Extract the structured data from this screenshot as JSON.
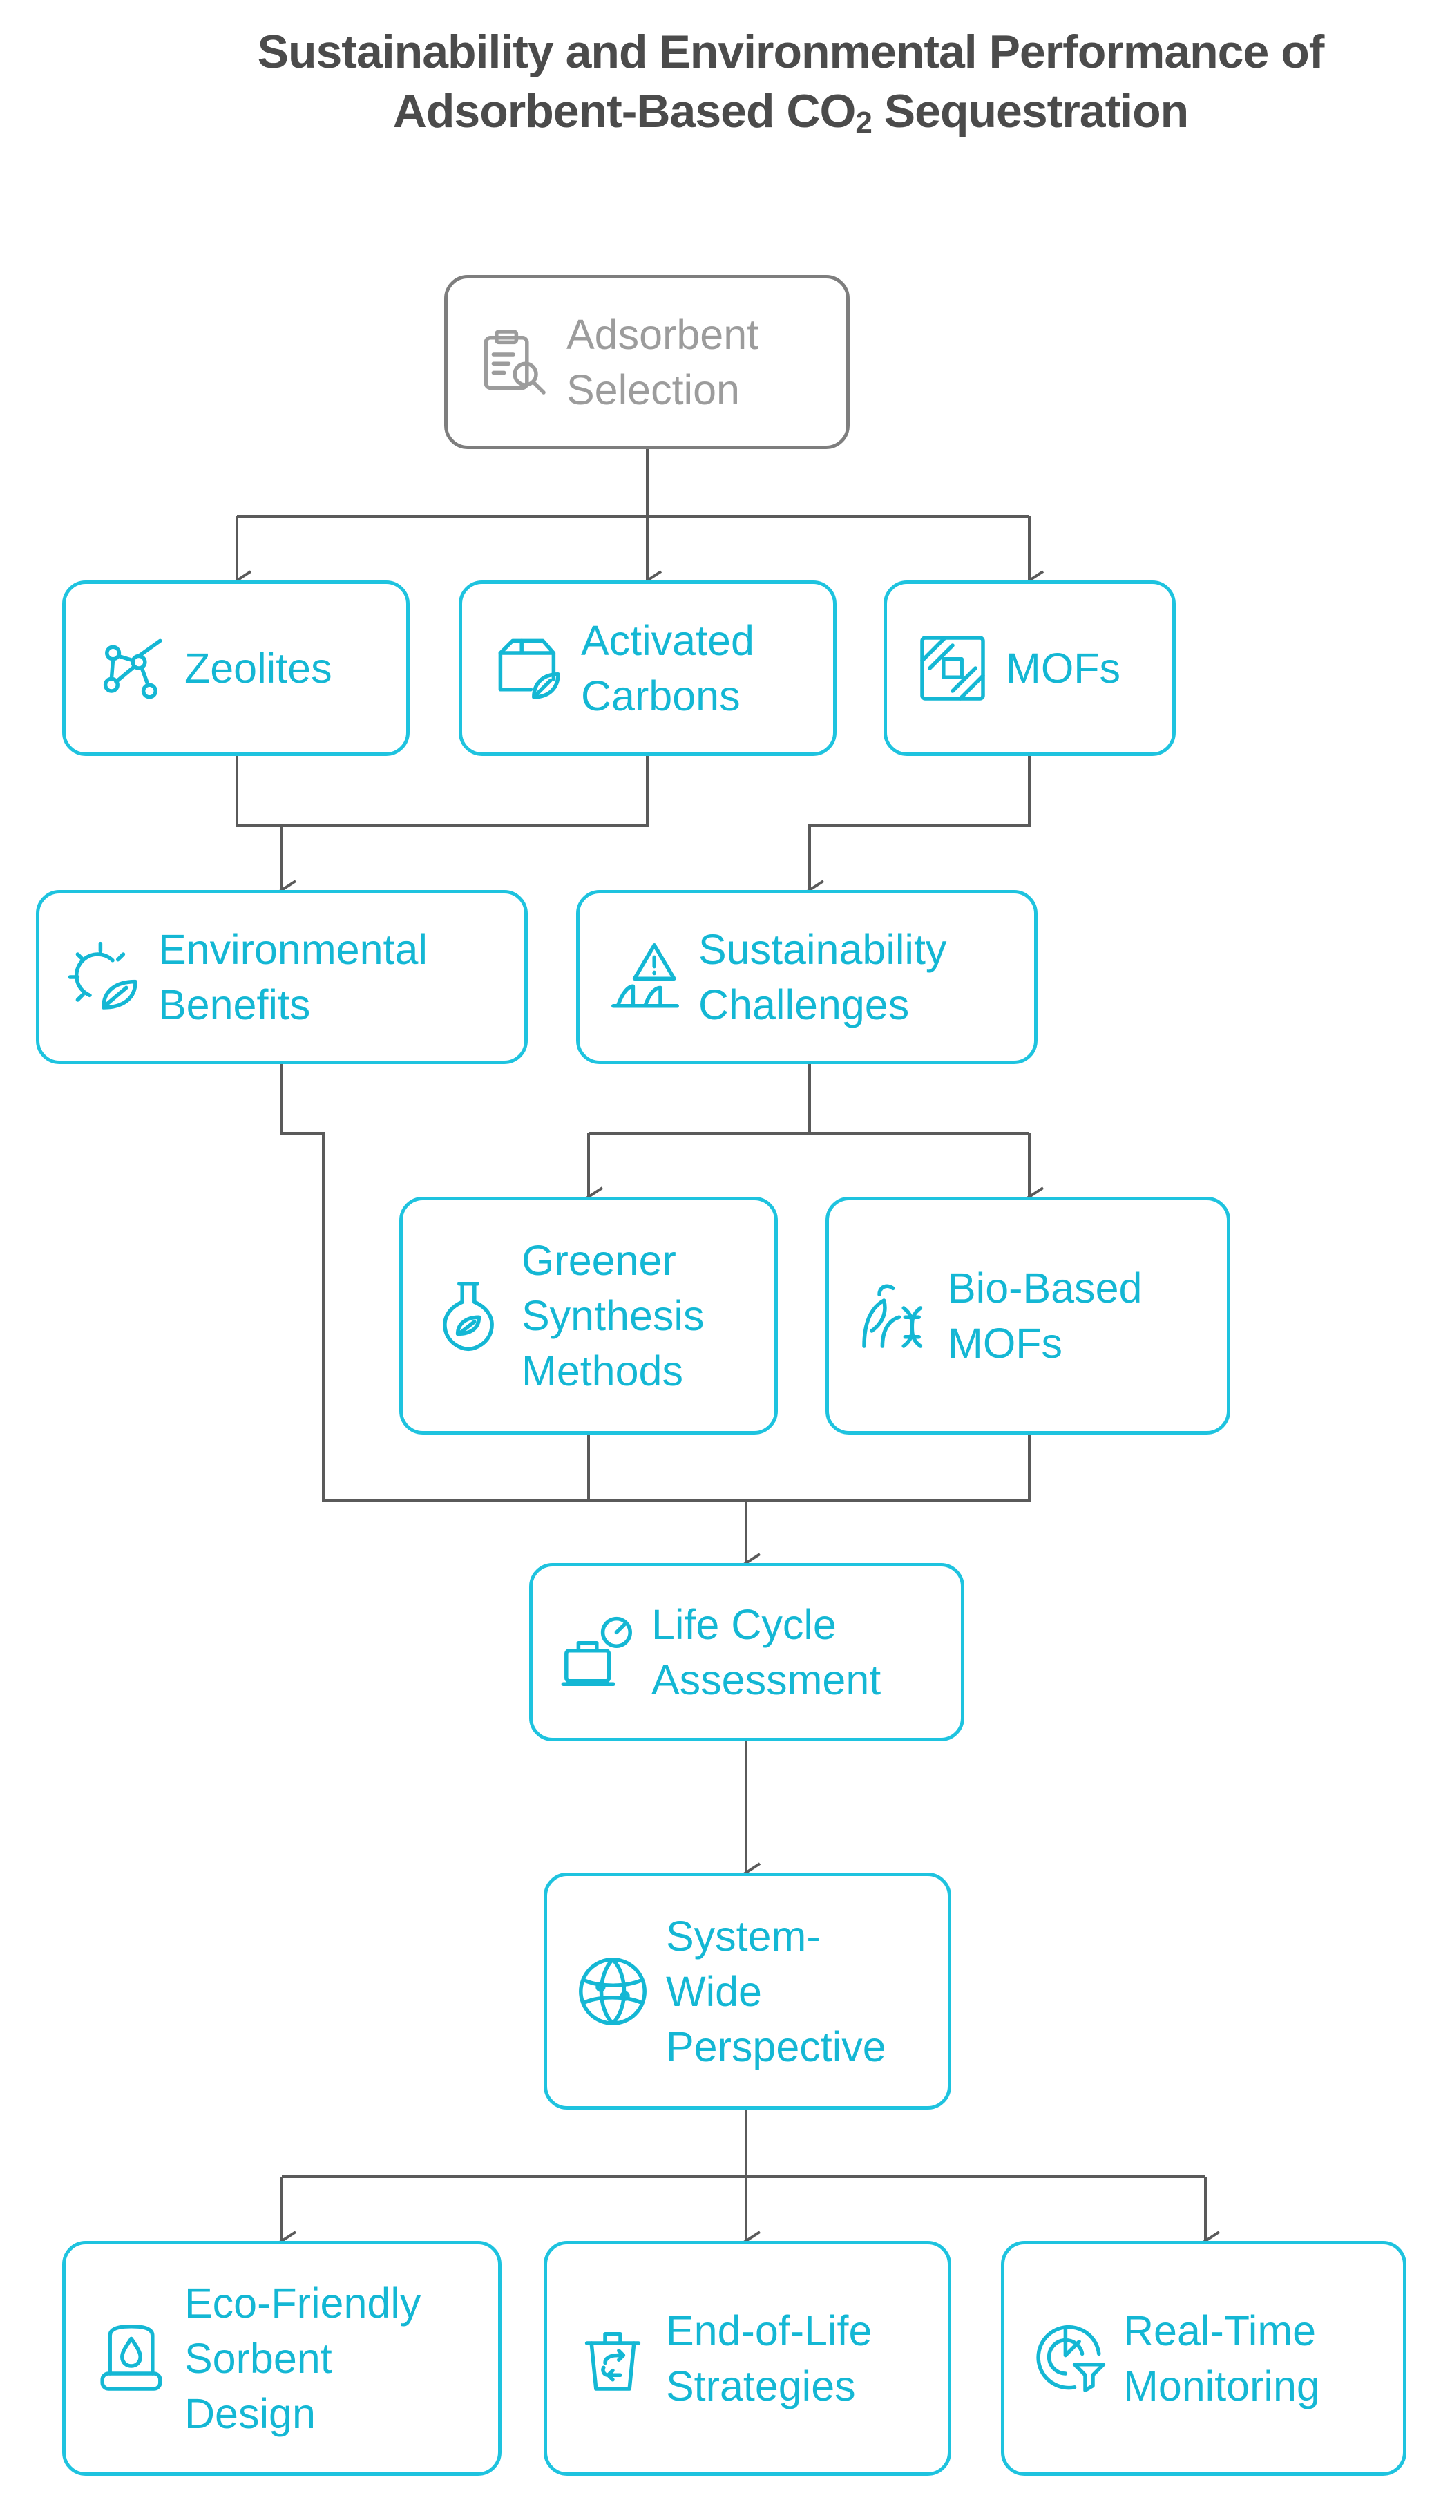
{
  "title": {
    "line1": "Sustainability and Environmental Performance of",
    "line2_prefix": "Adsorbent-Based CO",
    "line2_sub": "2",
    "line2_suffix": " Sequestration"
  },
  "colors": {
    "accent": "#1ec3df",
    "accent_text": "#14b7d4",
    "root_border": "#7e7e7e",
    "root_text": "#9c9c9c",
    "connector": "#5a5a5a",
    "title": "#4b4b4b"
  },
  "nodes": {
    "root": {
      "label": "Adsorbent\nSelection",
      "icon": "clipboard-search-icon"
    },
    "zeolites": {
      "label": "Zeolites",
      "icon": "molecule-network-icon"
    },
    "carbons": {
      "label": "Activated\nCarbons",
      "icon": "box-leaf-icon"
    },
    "mofs": {
      "label": "MOFs",
      "icon": "framework-icon"
    },
    "env": {
      "label": "Environmental\nBenefits",
      "icon": "sun-leaf-icon"
    },
    "sust": {
      "label": "Sustainability\nChallenges",
      "icon": "warning-hills-icon"
    },
    "greener": {
      "label": "Greener\nSynthesis\nMethods",
      "icon": "flask-leaf-icon"
    },
    "bio": {
      "label": "Bio-Based\nMOFs",
      "icon": "plant-dna-icon"
    },
    "lca": {
      "label": "Life Cycle\nAssessment",
      "icon": "gauge-box-icon"
    },
    "system": {
      "label": "System-\nWide\nPerspective",
      "icon": "globe-network-icon"
    },
    "eco": {
      "label": "Eco-Friendly\nSorbent\nDesign",
      "icon": "water-drop-device-icon"
    },
    "eol": {
      "label": "End-of-Life\nStrategies",
      "icon": "recycle-bin-icon"
    },
    "rtm": {
      "label": "Real-Time\nMonitoring",
      "icon": "radar-funnel-icon"
    }
  }
}
